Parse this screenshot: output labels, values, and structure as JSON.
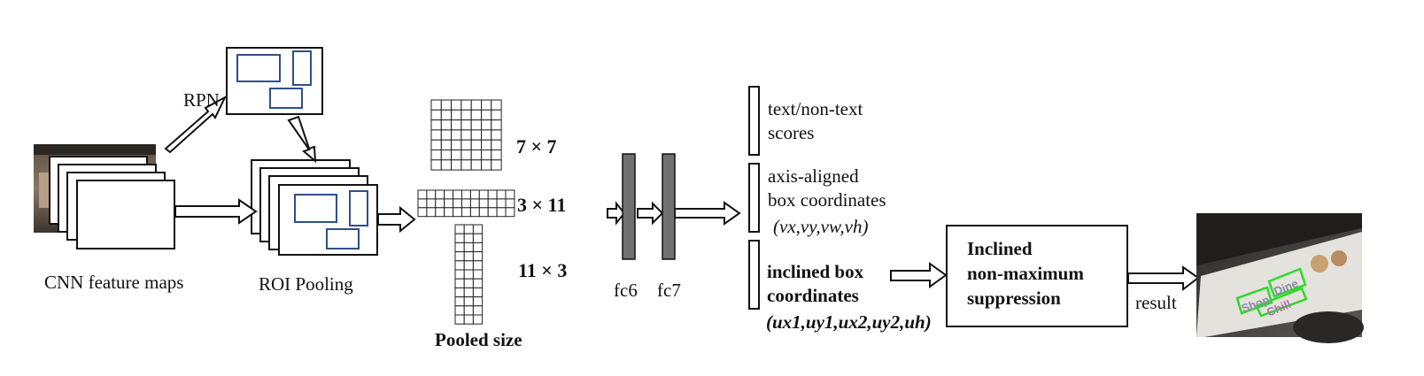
{
  "labels": {
    "rpn": "RPN",
    "cnn_feature_maps": "CNN feature maps",
    "roi_pooling": "ROI Pooling",
    "size_7x7": "7 × 7",
    "size_3x11": "3 × 11",
    "size_11x3": "11 × 3",
    "pooled_size": "Pooled size",
    "fc6": "fc6",
    "fc7": "fc7",
    "scores_line1": "text/non-text",
    "scores_line2": "scores",
    "axis_line1": "axis-aligned",
    "axis_line2": "box coordinates",
    "axis_coords": "(vx,vy,vw,vh)",
    "inclined_line1": "inclined box",
    "inclined_line2": "coordinates",
    "inclined_coords": "(ux1,uy1,ux2,uy2,uh)",
    "nms_line1": "Inclined",
    "nms_line2": "non-maximum",
    "nms_line3": "suppression",
    "result": "result",
    "detected_words": [
      "Shop",
      "Dine",
      "Chill"
    ]
  },
  "colors": {
    "line": "#111111",
    "proposal_box": "#2e4f8a",
    "fc_fill": "#707070",
    "detection_box": "#2ed82e",
    "photo_dark": "#3b3a38",
    "photo_light": "#e4e2dc"
  }
}
